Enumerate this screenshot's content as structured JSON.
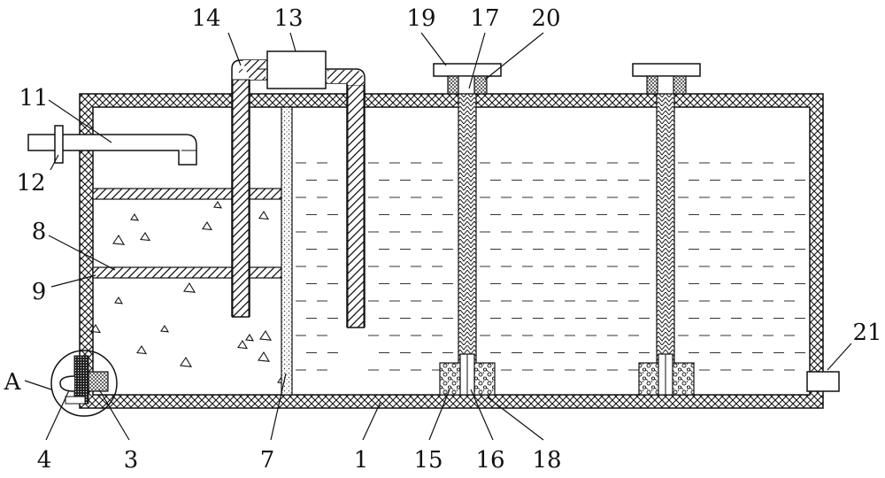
{
  "labels": {
    "l1": "1",
    "l3": "3",
    "l4": "4",
    "l7": "7",
    "l8": "8",
    "l9": "9",
    "l11": "11",
    "l12": "12",
    "l13": "13",
    "l14": "14",
    "l15": "15",
    "l16": "16",
    "l17": "17",
    "l18": "18",
    "l19": "19",
    "l20": "20",
    "l21": "21",
    "lA": "A"
  }
}
